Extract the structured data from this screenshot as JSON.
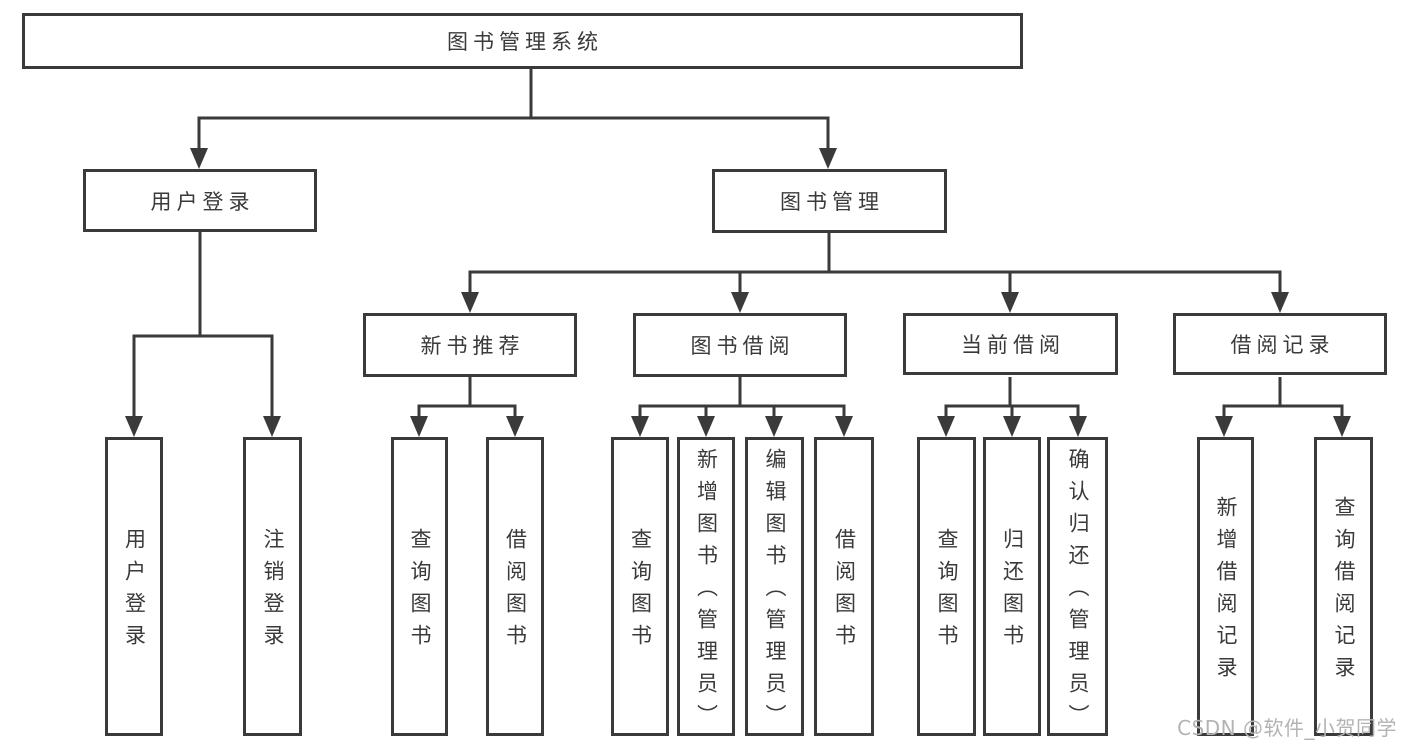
{
  "colors": {
    "line": "#3a3a3a",
    "text": "#3a3a3a",
    "box_background": "#ffffff",
    "watermark": "#b3b3b3"
  },
  "tree": {
    "label": "图书管理系统",
    "children": [
      {
        "label": "用户登录",
        "children": [
          {
            "label": "用户登录"
          },
          {
            "label": "注销登录"
          }
        ]
      },
      {
        "label": "图书管理",
        "children": [
          {
            "label": "新书推荐",
            "children": [
              {
                "label": "查询图书"
              },
              {
                "label": "借阅图书"
              }
            ]
          },
          {
            "label": "图书借阅",
            "children": [
              {
                "label": "查询图书"
              },
              {
                "label": "新增图书（管理员）"
              },
              {
                "label": "编辑图书（管理员）"
              },
              {
                "label": "借阅图书"
              }
            ]
          },
          {
            "label": "当前借阅",
            "children": [
              {
                "label": "查询图书"
              },
              {
                "label": "归还图书"
              },
              {
                "label": "确认归还（管理员）"
              }
            ]
          },
          {
            "label": "借阅记录",
            "children": [
              {
                "label": "新增借阅记录"
              },
              {
                "label": "查询借阅记录"
              }
            ]
          }
        ]
      }
    ]
  },
  "watermark": {
    "text": "CSDN @软件_小贺同学"
  }
}
